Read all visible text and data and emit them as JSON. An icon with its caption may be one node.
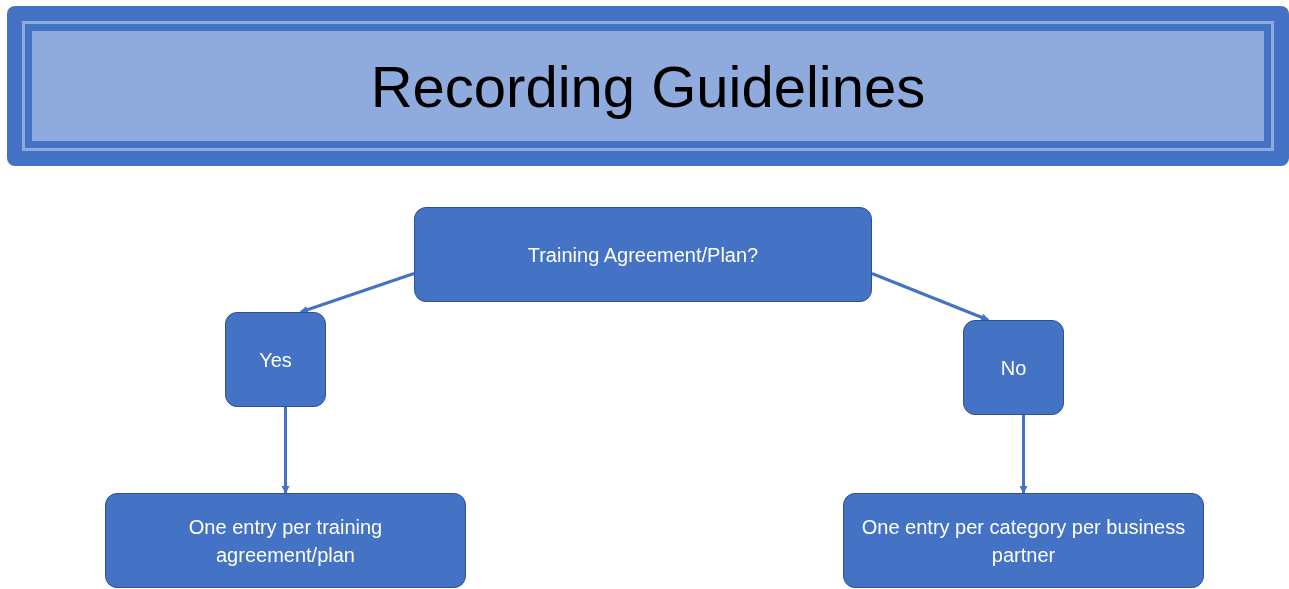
{
  "diagram": {
    "title": "Recording Guidelines",
    "nodes": [
      {
        "text": [
          "Training Agreement/Plan?"
        ]
      },
      {
        "text": [
          "Yes"
        ]
      },
      {
        "text": [
          "No"
        ]
      },
      {
        "text": [
          "One entry per training agreement/plan"
        ]
      },
      {
        "text": [
          "One entry per category per business partner"
        ]
      }
    ],
    "edges": [
      {
        "from": 0,
        "to": 1,
        "arrow": "to"
      },
      {
        "from": 0,
        "to": 2,
        "arrow": "to"
      },
      {
        "from": 1,
        "to": 3,
        "arrow": "to"
      },
      {
        "from": 2,
        "to": 4,
        "arrow": "to"
      }
    ]
  }
}
